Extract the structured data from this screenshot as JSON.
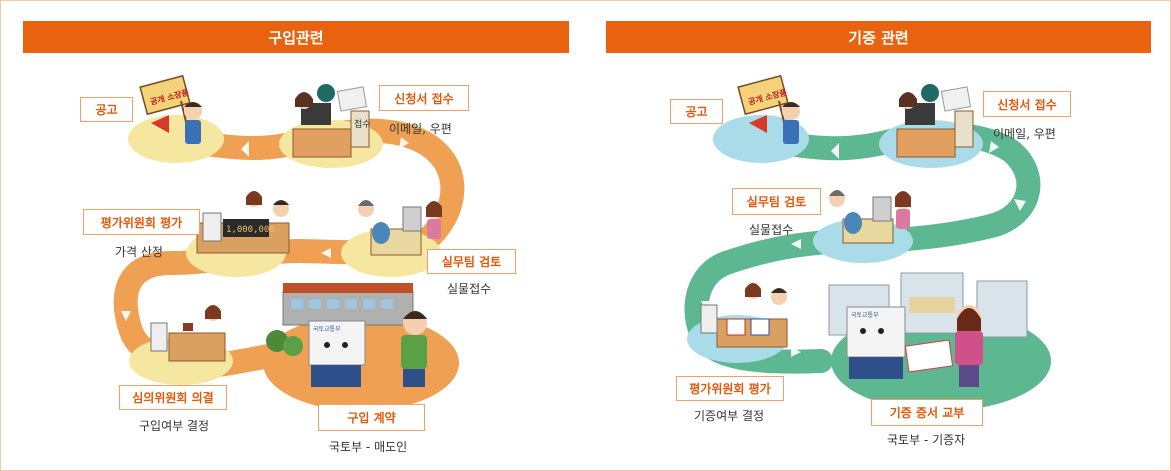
{
  "colors": {
    "header_bg": "#e8620f",
    "label_text": "#e05a10",
    "label_border": "#f0a068",
    "left_path": "#f0a052",
    "right_path": "#5db891",
    "left_disc": "#f6e7a0",
    "right_disc": "#a9dbe9"
  },
  "purchase": {
    "title": "구입관련",
    "steps": [
      {
        "label": "공고",
        "sub": ""
      },
      {
        "label": "신청서 접수",
        "sub": "이메일, 우편"
      },
      {
        "label": "실무팀 검토",
        "sub": "실물접수"
      },
      {
        "label": "평가위원회 평가",
        "sub": "가격 산정"
      },
      {
        "label": "심의위원회 의결",
        "sub": "구입여부 결정"
      },
      {
        "label": "구입 계약",
        "sub": "국토부 - 매도인"
      }
    ]
  },
  "donation": {
    "title": "기증 관련",
    "steps": [
      {
        "label": "공고",
        "sub": ""
      },
      {
        "label": "신청서 접수",
        "sub": "이메일, 우편"
      },
      {
        "label": "실무팀 검토",
        "sub": "실물접수"
      },
      {
        "label": "평가위원회 평가",
        "sub": "기증여부 결정"
      },
      {
        "label": "기증 증서 교부",
        "sub": "국토부 - 기증자"
      }
    ]
  },
  "illustration_text": {
    "sign": "공개 소장품",
    "counter_sign": "접수",
    "display": "1,000,000",
    "ministry": "국토교통부"
  }
}
